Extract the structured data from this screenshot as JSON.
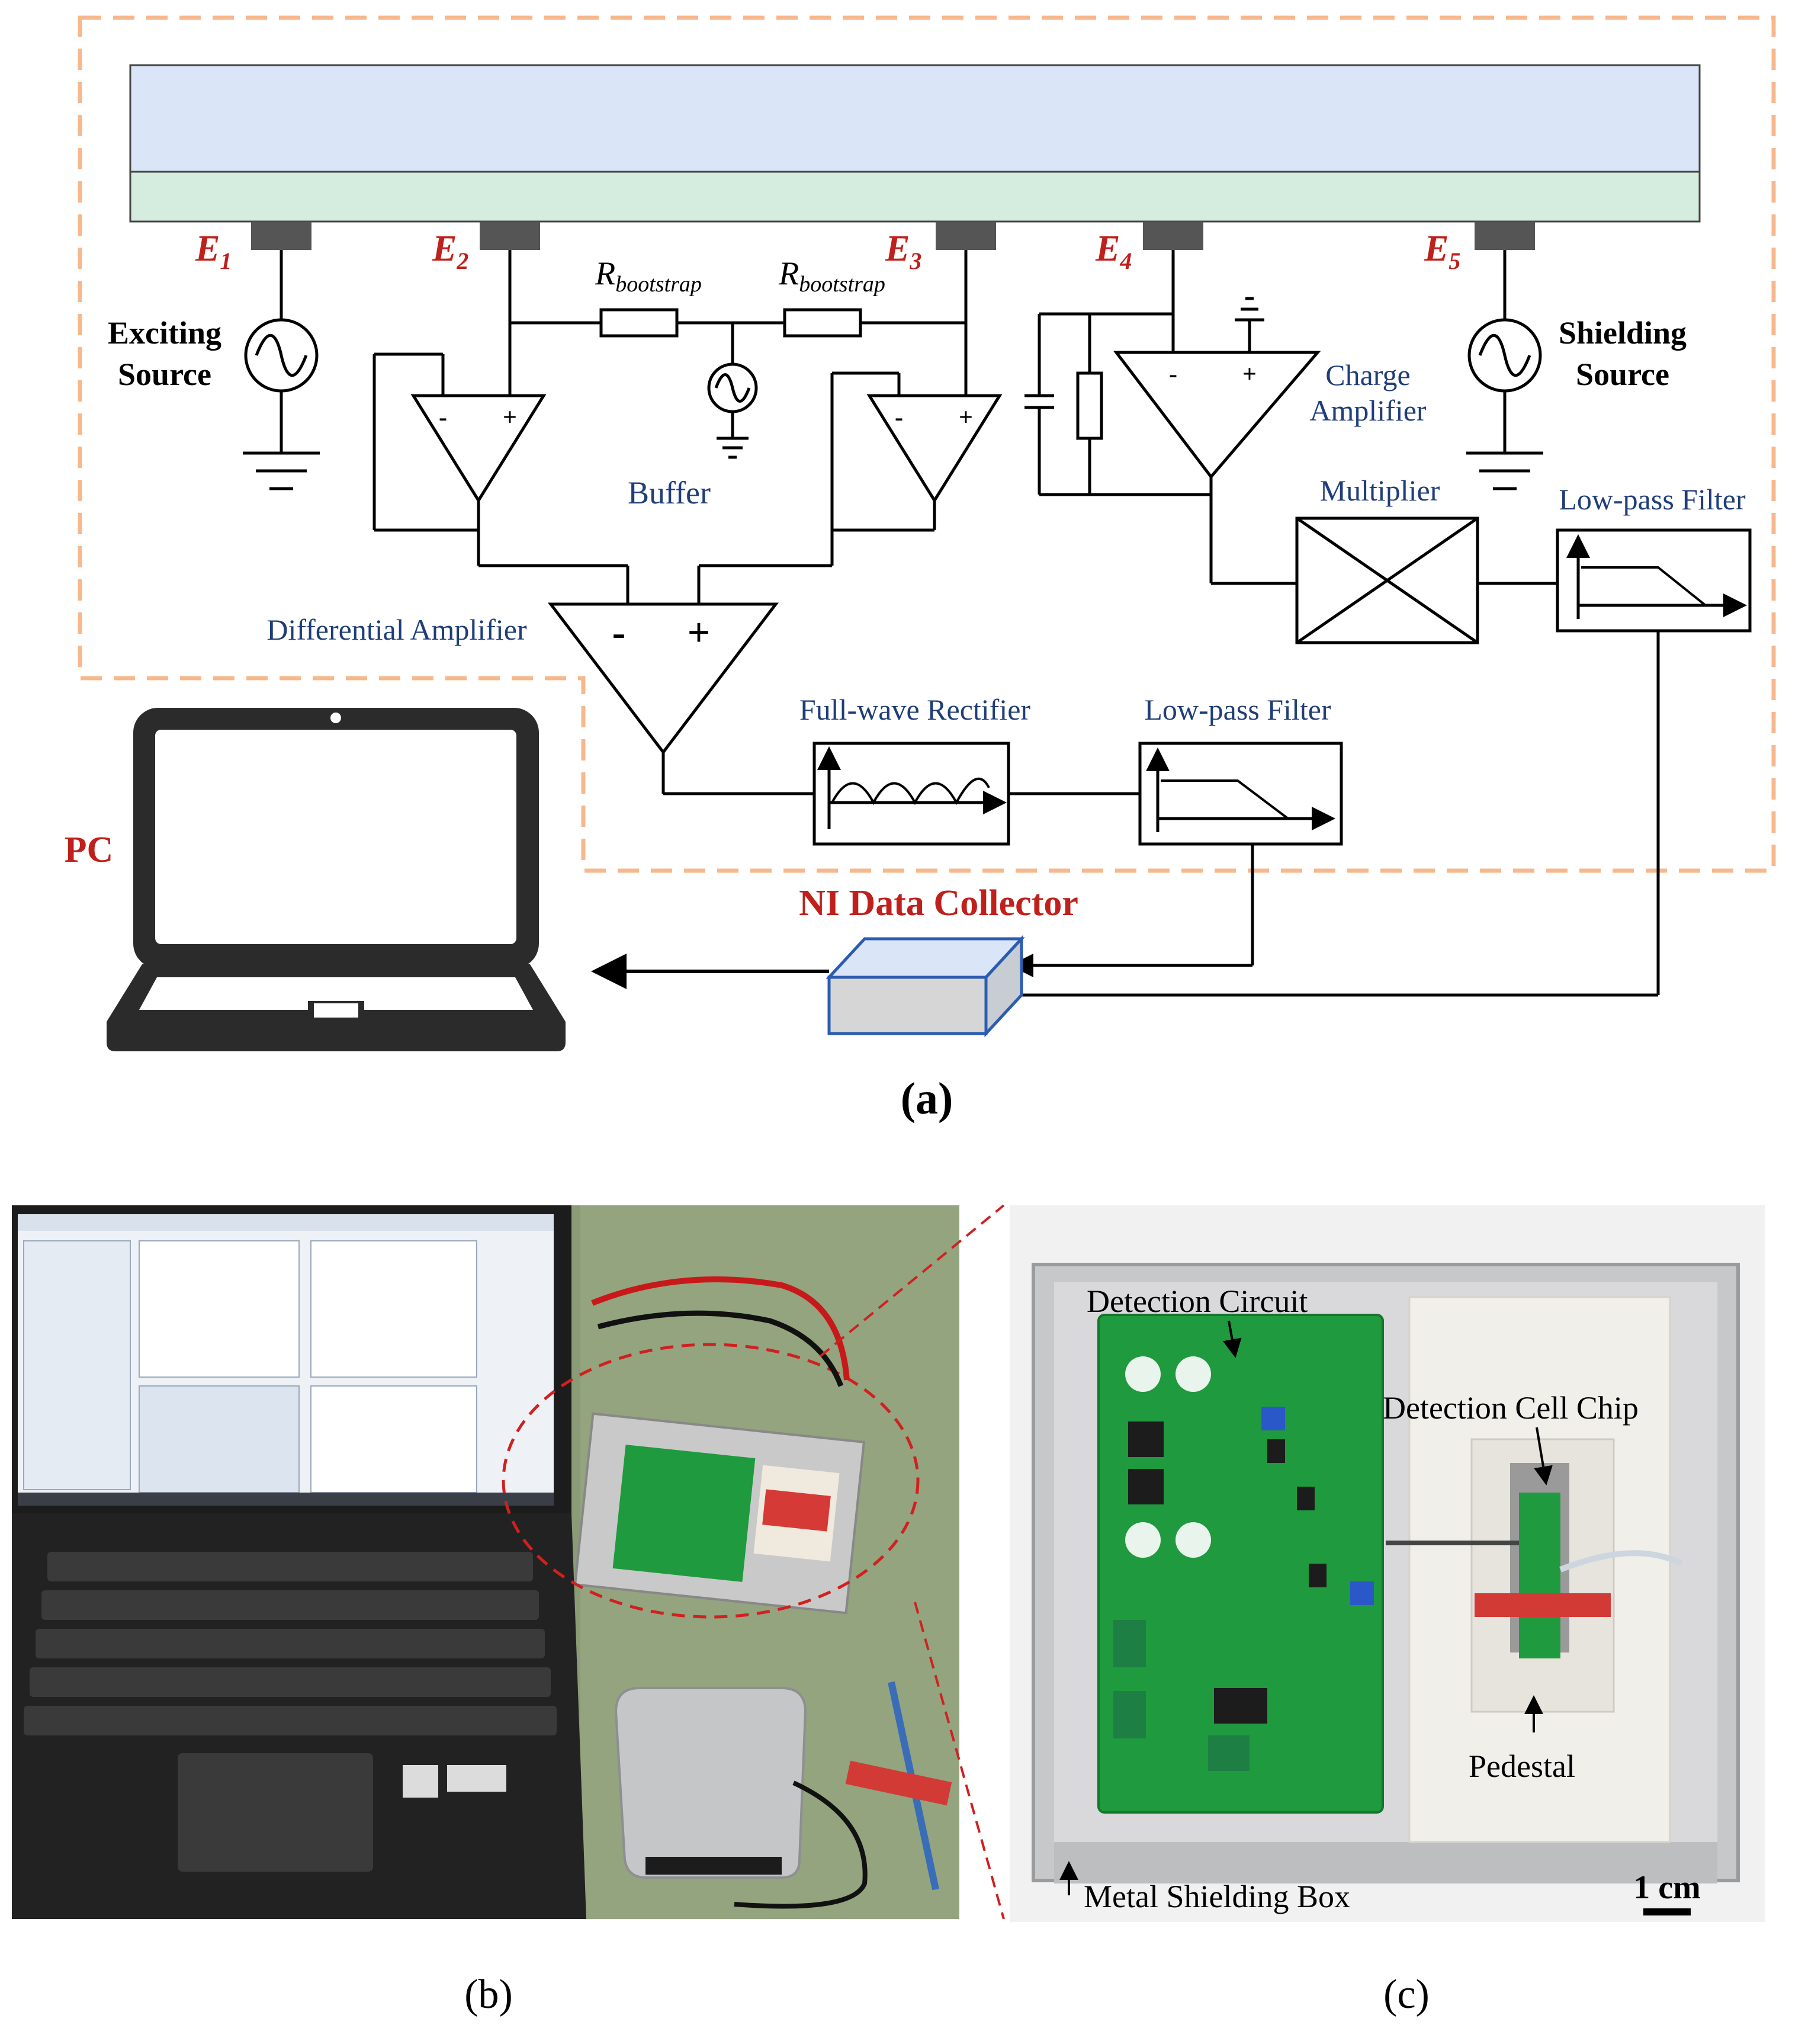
{
  "panel_a": {
    "electrodes": {
      "e1": "E",
      "e1_sub": "1",
      "e2": "E",
      "e2_sub": "2",
      "e3": "E",
      "e3_sub": "3",
      "e4": "E",
      "e4_sub": "4",
      "e5": "E",
      "e5_sub": "5"
    },
    "exciting_source": [
      "Exciting",
      "Source"
    ],
    "shielding_source": [
      "Shielding",
      "Source"
    ],
    "r_bootstrap_1": {
      "main": "R",
      "sub": "bootstrap"
    },
    "r_bootstrap_2": {
      "main": "R",
      "sub": "bootstrap"
    },
    "buffer": "Buffer",
    "charge_amplifier": [
      "Charge",
      "Amplifier"
    ],
    "multiplier": "Multiplier",
    "low_pass_filter_1": "Low-pass Filter",
    "differential_amplifier": "Differential Amplifier",
    "full_wave_rectifier": "Full-wave Rectifier",
    "low_pass_filter_2": "Low-pass Filter",
    "pc": "PC",
    "ni_data_collector": "NI Data Collector",
    "opamp_minus": "-",
    "opamp_plus": "+",
    "caption": "(a)"
  },
  "panel_b": {
    "caption": "(b)"
  },
  "panel_c": {
    "detection_circuit": "Detection Circuit",
    "detection_cell_chip": "Detection Cell Chip",
    "pedestal": "Pedestal",
    "metal_shielding_box": "Metal Shielding Box",
    "scale_bar": "1 cm",
    "caption": "(c)"
  },
  "colors": {
    "label_red": "#c0201c",
    "label_blue": "#1f3e78",
    "dashed_orange": "#f6b88c",
    "channel_top": "#dae6f7",
    "channel_bottom": "#d5eddf",
    "collector_blue": "#2b5cb0",
    "pcb_green": "#1f9a3e",
    "bench_green": "#8a9b77"
  }
}
